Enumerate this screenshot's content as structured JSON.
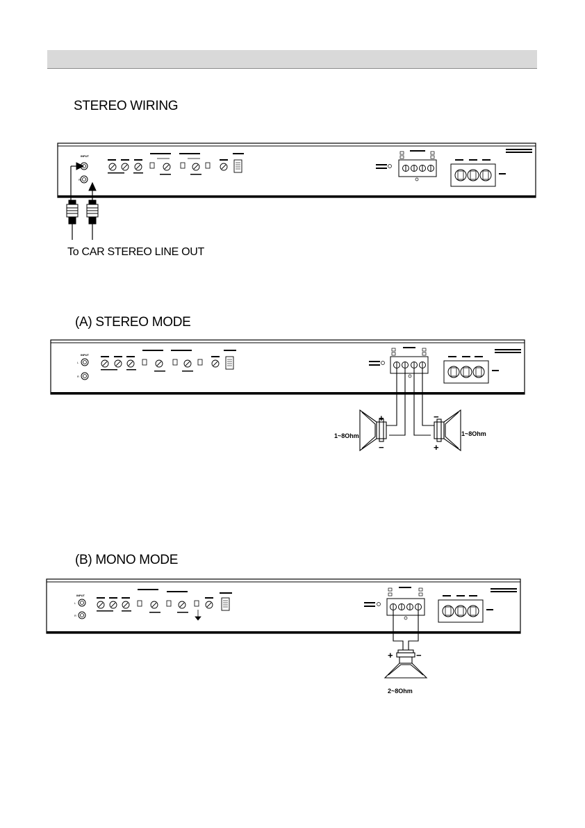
{
  "sections": {
    "stereo_wiring": {
      "title": "STEREO WIRING",
      "caption": "To CAR STEREO LINE OUT"
    },
    "stereo_mode": {
      "title": "(A) STEREO MODE",
      "impedance_left": "1~8Ohm",
      "impedance_right": "1~8Ohm",
      "plus": "+",
      "minus": "−"
    },
    "mono_mode": {
      "title": "(B) MONO MODE",
      "impedance": "2~8Ohm",
      "plus": "+",
      "minus": "−"
    }
  },
  "colors": {
    "header_bar": "#d9d9d9",
    "line": "#000000"
  }
}
